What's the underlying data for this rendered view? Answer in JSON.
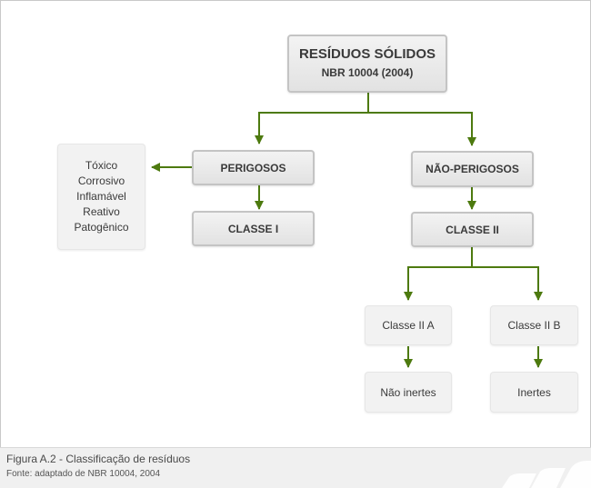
{
  "root": {
    "title": "RESÍDUOS SÓLIDOS",
    "subtitle": "NBR 10004 (2004)"
  },
  "left_branch": {
    "label": "PERIGOSOS",
    "class_label": "CLASSE I"
  },
  "properties": [
    "Tóxico",
    "Corrosivo",
    "Inflamável",
    "Reativo",
    "Patogênico"
  ],
  "right_branch": {
    "label": "NÃO-PERIGOSOS",
    "class_label": "CLASSE II",
    "sub_a": {
      "label": "Classe II A",
      "child": "Não inertes"
    },
    "sub_b": {
      "label": "Classe II B",
      "child": "Inertes"
    }
  },
  "figure": {
    "caption": "Figura A.2 - Classificação de resíduos",
    "source": "Fonte: adaptado de NBR 10004, 2004"
  },
  "colors": {
    "connector": "#4d7a0f",
    "box_border": "#c4c4c4",
    "box_fill": "#f2f2f2"
  }
}
